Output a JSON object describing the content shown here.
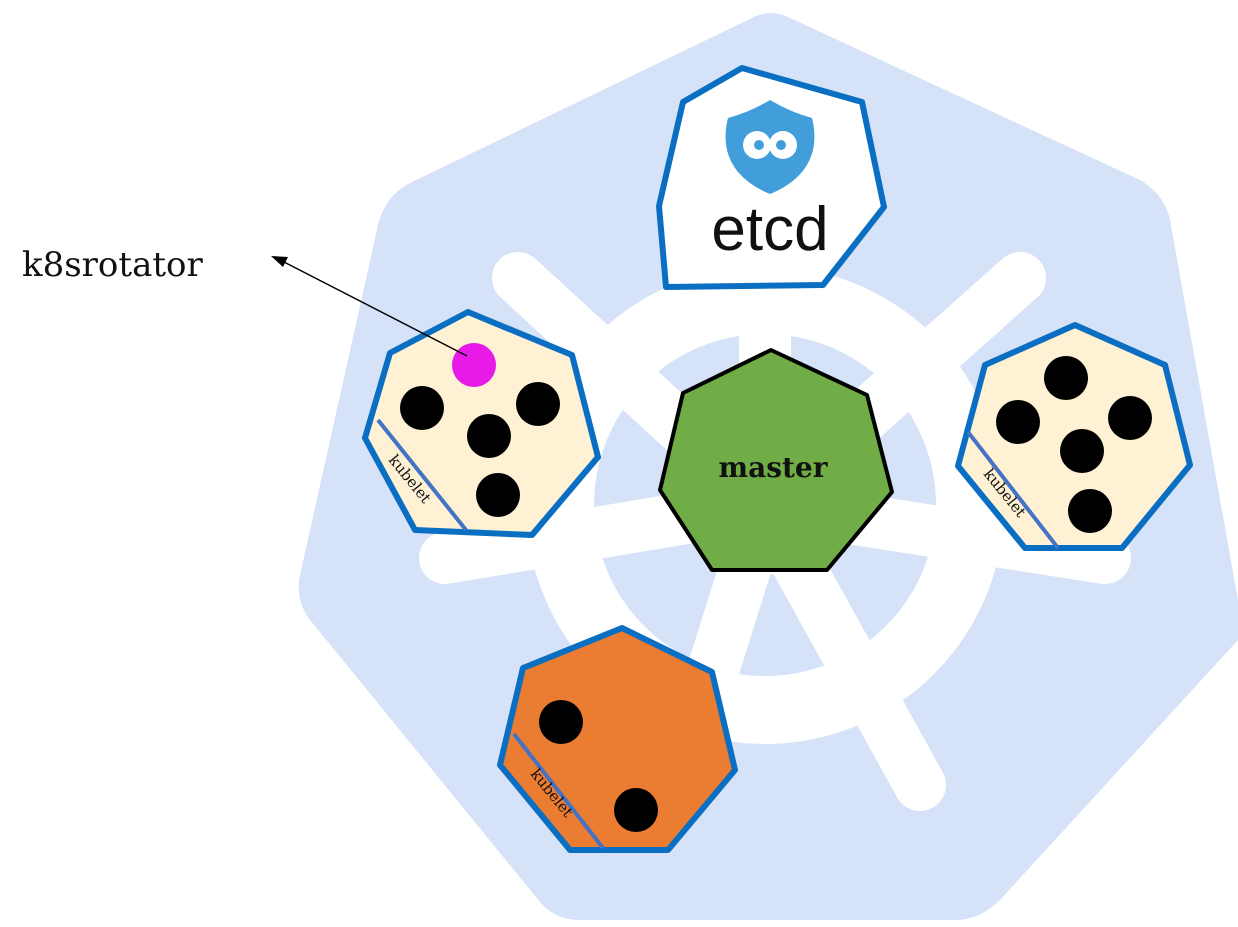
{
  "labels": {
    "callout": "k8srotator",
    "etcd": "etcd",
    "master": "master",
    "kubelet_left": "kubelet",
    "kubelet_right": "kubelet",
    "kubelet_bottom": "kubelet"
  },
  "colors": {
    "background_heptagon": "#d6e2f7",
    "wheel": "#ffffff",
    "node_border": "#0a6fc2",
    "node_fill": "#fff1d3",
    "node_fill_alert": "#eb7d32",
    "master_fill": "#70ad47",
    "master_border": "#000000",
    "pod": "#000000",
    "rotator_pod": "#e71ae7",
    "etcd_logo": "#419eda",
    "kubelet_line": "#4472c4"
  },
  "icons": {
    "etcd_logo": "etcd-logo-icon",
    "arrow": "arrow-icon"
  }
}
